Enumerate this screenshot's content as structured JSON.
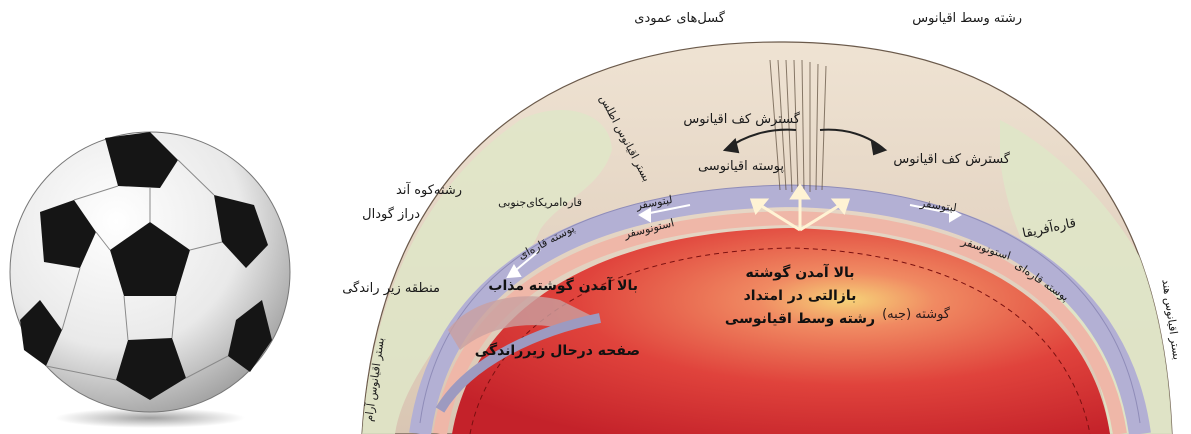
{
  "labels": {
    "mid_ocean_ridge": "رشته وسط اقیانوس",
    "normal_faults": "گسل‌های عمودی",
    "atlantic_floor": "بستر اقیانوس اطلس",
    "seafloor_spreading_left": "گسترش کف اقیانوس",
    "seafloor_spreading_right": "گسترش کف اقیانوس",
    "oceanic_crust": "پوسته اقیانوسی",
    "andes": "رشته‌کوه آند",
    "south_america": "قاره‌امریکای‌جنوبی",
    "trench": "دراز گودال",
    "subduction_zone": "منطقه زیر راندگی",
    "lithosphere_left": "لیتوسفر",
    "lithosphere_right": "لیتوسفر",
    "asthenosphere_left": "استونوسفر",
    "asthenosphere_right": "استونوسفر",
    "continental_crust_left": "پوسته قاره‌ای",
    "continental_crust_right": "پوسته قاره‌ای",
    "africa": "قاره‌آفریقا",
    "indian_ocean_floor": "بستر اقیانوس هند",
    "pacific_floor": "بستر اقیانوس آرام",
    "magma_rising": "بالا آمدن گوشته مذاب",
    "mantle_upwelling_line1": "بالا آمدن گوشته",
    "mantle_upwelling_line2": "بازالتی در امتداد",
    "mantle_upwelling_line3": "رشته وسط اقیانوسی",
    "mantle": "گوشته (جبه)",
    "subducting_plate": "صفحه درحال زیر‌راندگی"
  },
  "colors": {
    "mantle_core": "#d9292b",
    "mantle_edge": "#f2a48c",
    "lithosphere": "#b7b4d6",
    "crust": "#e8d6c4",
    "continent_green": "#dfe6c8",
    "ball_black": "#1a1a1a"
  },
  "icons": [
    "soccer-ball-icon"
  ]
}
